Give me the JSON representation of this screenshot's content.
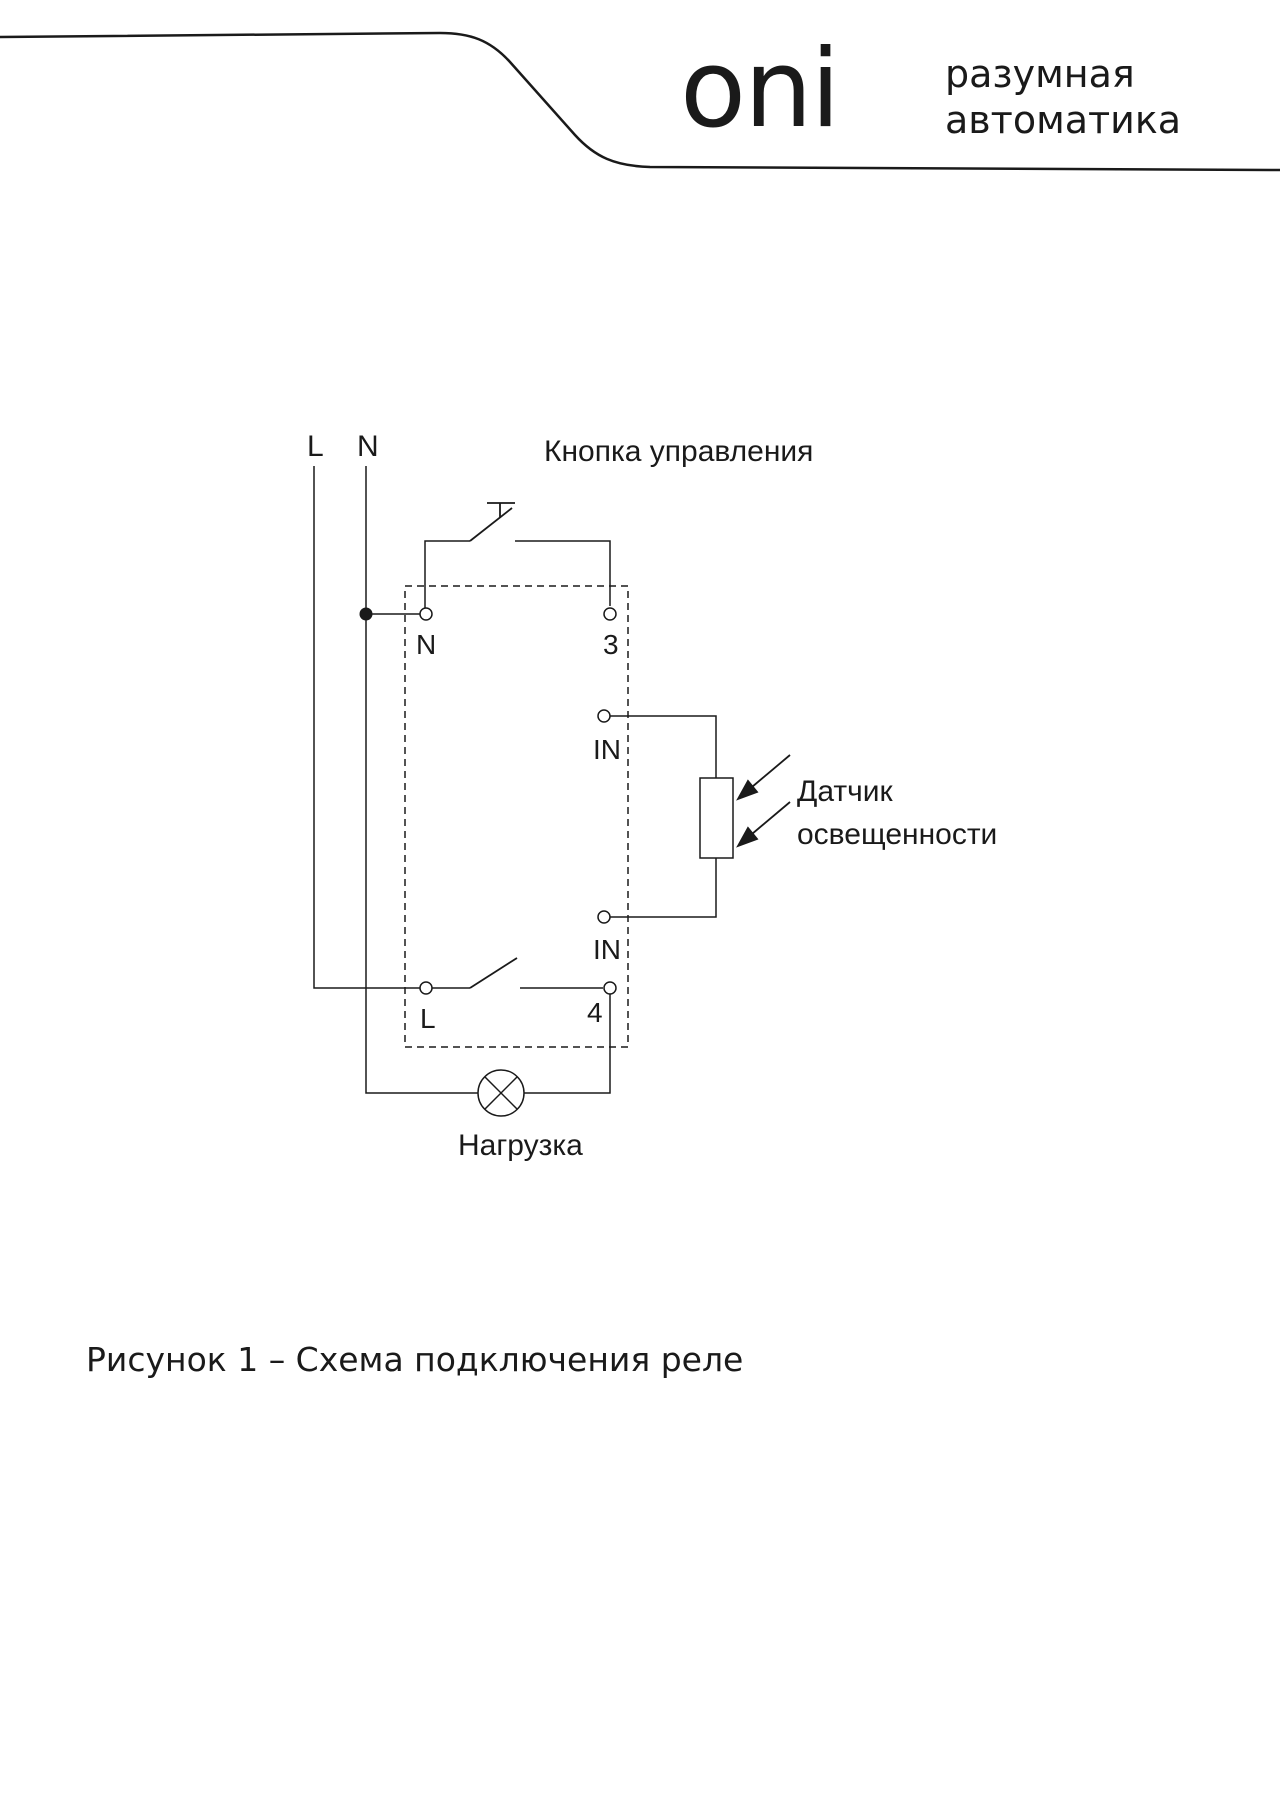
{
  "header": {
    "logo_text": "oni",
    "tagline_line1": "разумная",
    "tagline_line2": "автоматика"
  },
  "diagram": {
    "line_labels": {
      "phase": "L",
      "neutral": "N"
    },
    "control_button_label": "Кнопка управления",
    "button_symbol": "T",
    "terminals": {
      "n": "N",
      "t3": "3",
      "in_top": "IN",
      "in_bottom": "IN",
      "l": "L",
      "t4": "4"
    },
    "sensor_label_line1": "Датчик",
    "sensor_label_line2": "освещенности",
    "load_label": "Нагрузка"
  },
  "caption": "Рисунок 1 – Схема подключения реле",
  "colors": {
    "ink": "#1a1a1a",
    "background": "#ffffff"
  }
}
